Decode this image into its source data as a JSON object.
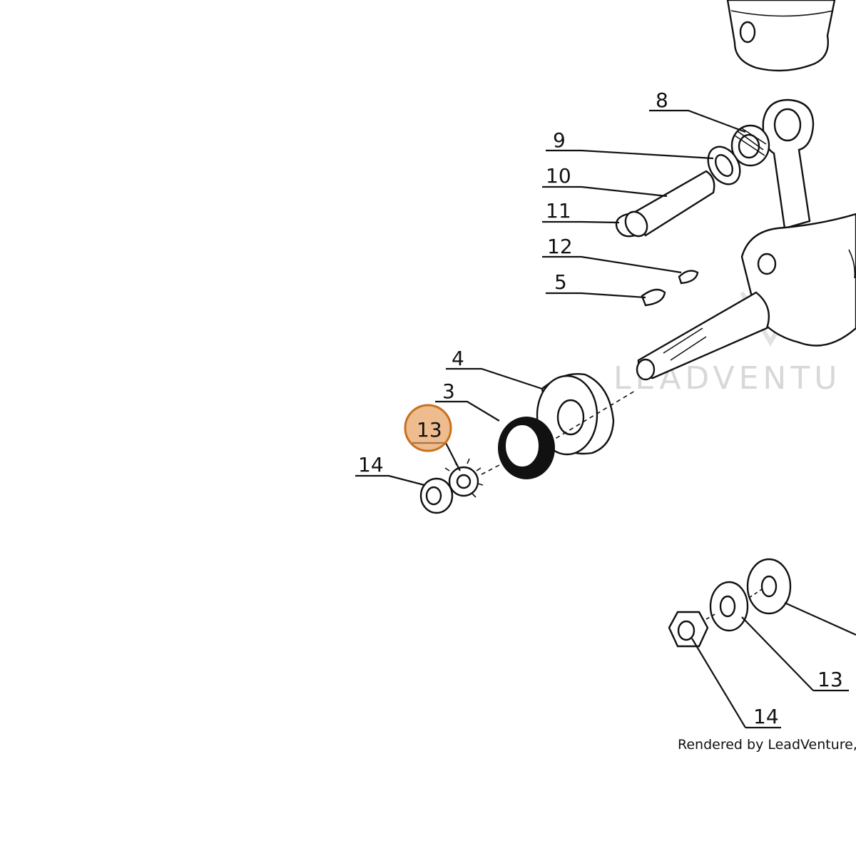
{
  "callouts": [
    {
      "id": "8",
      "label": "8"
    },
    {
      "id": "9",
      "label": "9"
    },
    {
      "id": "10",
      "label": "10"
    },
    {
      "id": "11",
      "label": "11"
    },
    {
      "id": "12",
      "label": "12"
    },
    {
      "id": "5",
      "label": "5"
    },
    {
      "id": "4",
      "label": "4"
    },
    {
      "id": "3",
      "label": "3"
    },
    {
      "id": "13a",
      "label": "13"
    },
    {
      "id": "14a",
      "label": "14"
    },
    {
      "id": "13b",
      "label": "13"
    },
    {
      "id": "14b",
      "label": "14"
    }
  ],
  "highlight": {
    "target": "13a",
    "color": "#d98a3a"
  },
  "watermark": {
    "text": "LEADVENTU"
  },
  "footer": {
    "credit": "Rendered by LeadVenture, Inc."
  }
}
